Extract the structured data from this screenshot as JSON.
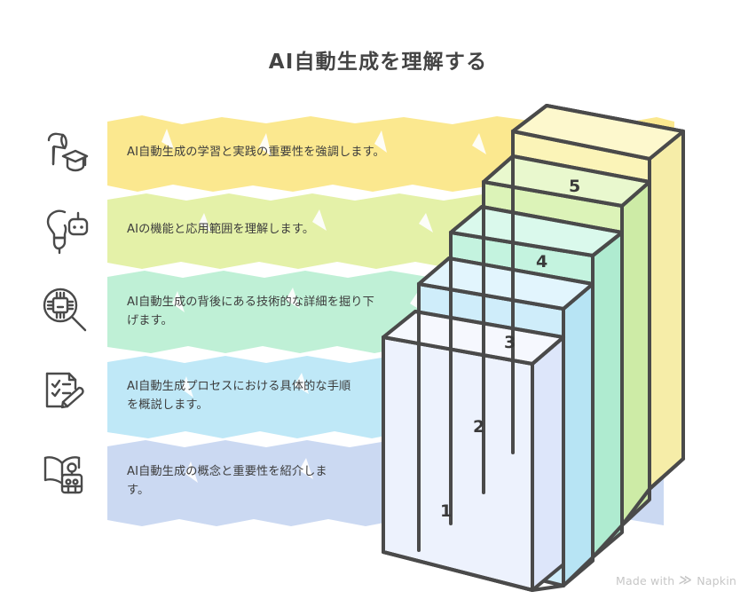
{
  "header": {
    "title": "AI自動生成を理解する"
  },
  "watermark": {
    "text_before": "Made with",
    "glyph": "≫",
    "brand": "Napkin"
  },
  "colors": {
    "ink": "#444444",
    "outline": "#4a4a4a",
    "band_1": "#FBE88F",
    "band_2": "#E4F1A8",
    "band_3": "#BFF0D6",
    "band_4": "#BFE8F7",
    "band_5": "#CBD9F2",
    "step_top_1": "#EDF2FD",
    "step_top_2": "#CFEDFA",
    "step_top_3": "#C4F3DF",
    "step_top_4": "#DCF3B8",
    "step_top_5": "#FBF4B8"
  },
  "chart_data": {
    "type": "diagram",
    "subtype": "ascending-staircase",
    "title": "AI自動生成を理解する",
    "step_count": 5,
    "orientation": "ascending left-to-right, numbered bottom (1) to top (5)",
    "steps": [
      {
        "number": "1",
        "label": "AI自動生成の概念と重要性を紹介します。",
        "icon": "book-robot-icon",
        "band_color": "#CBD9F2",
        "face_color": "#EDF2FD"
      },
      {
        "number": "2",
        "label": "AI自動生成プロセスにおける具体的な手順を概説します。",
        "icon": "checklist-pencil-icon",
        "band_color": "#BFE8F7",
        "face_color": "#CFEDFA"
      },
      {
        "number": "3",
        "label": "AI自動生成の背後にある技術的な詳細を掘り下げます。",
        "icon": "magnifier-chip-icon",
        "band_color": "#BFF0D6",
        "face_color": "#C4F3DF"
      },
      {
        "number": "4",
        "label": "AIの機能と応用範囲を理解します。",
        "icon": "lightbulb-robot-icon",
        "band_color": "#E4F1A8",
        "face_color": "#DCF3B8"
      },
      {
        "number": "5",
        "label": "AI自動生成の学習と実践の重要性を強調します。",
        "icon": "flag-graduation-cap-icon",
        "band_color": "#FBE88F",
        "face_color": "#FBF4B8"
      }
    ]
  },
  "rows": [
    {
      "icon": "flag-graduation-cap-icon",
      "text": "AI自動生成の学習と実践の重要性を強調します。",
      "number": "5"
    },
    {
      "icon": "lightbulb-robot-icon",
      "text": "AIの機能と応用範囲を理解します。",
      "number": "4"
    },
    {
      "icon": "magnifier-chip-icon",
      "text": "AI自動生成の背後にある技術的な詳細を掘り下\nげます。",
      "number": "3"
    },
    {
      "icon": "checklist-pencil-icon",
      "text": "AI自動生成プロセスにおける具体的な手順\nを概説します。",
      "number": "2"
    },
    {
      "icon": "book-robot-icon",
      "text": "AI自動生成の概念と重要性を紹介しま\nす。",
      "number": "1"
    }
  ]
}
